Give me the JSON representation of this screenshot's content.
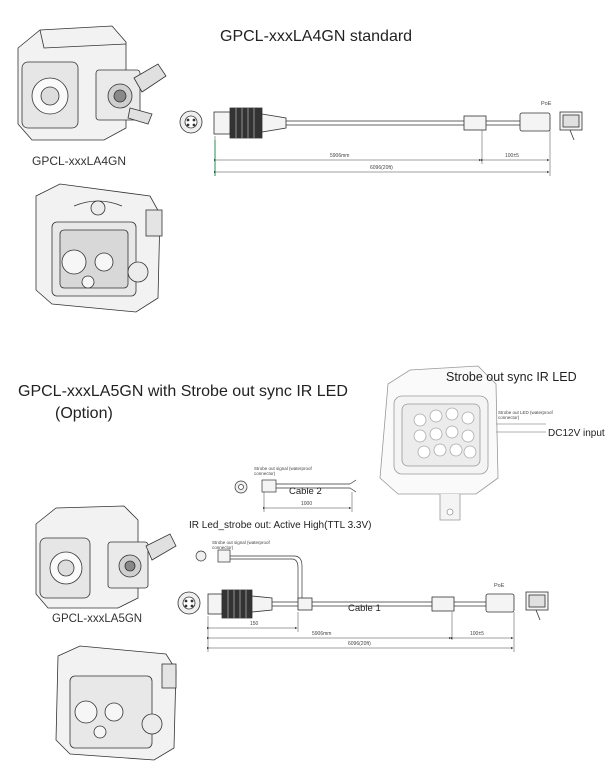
{
  "section1": {
    "title": "GPCL-xxxLA4GN standard",
    "camera_label": "GPCL-xxxLA4GN",
    "dims": {
      "long": "5906mm",
      "short": "100±5",
      "total": "6096(20ft)"
    },
    "poe_label": "PoE"
  },
  "section2": {
    "title": "GPCL-xxxLA5GN with Strobe out sync IR LED",
    "option": "(Option)",
    "camera_label": "GPCL-xxxLA5GN",
    "ir_led_title": "Strobe out sync IR LED",
    "ir_led_connector": "Strobe out LED (waterproof connector)",
    "dc_input": "DC12V input",
    "strobe_signal_1": "Strobe out signal (waterproof connector)",
    "cable2_label": "Cable 2",
    "cable2_dim": "1000",
    "ir_strobe_note": "IR Led_strobe out: Active High(TTL 3.3V)",
    "strobe_signal_2": "Strobe out signal (waterproof connector)",
    "cable1_label": "Cable 1",
    "poe_label": "PoE",
    "dims": {
      "branch": "150",
      "long": "5906mm",
      "short": "100±5",
      "total": "6096(20ft)"
    }
  }
}
